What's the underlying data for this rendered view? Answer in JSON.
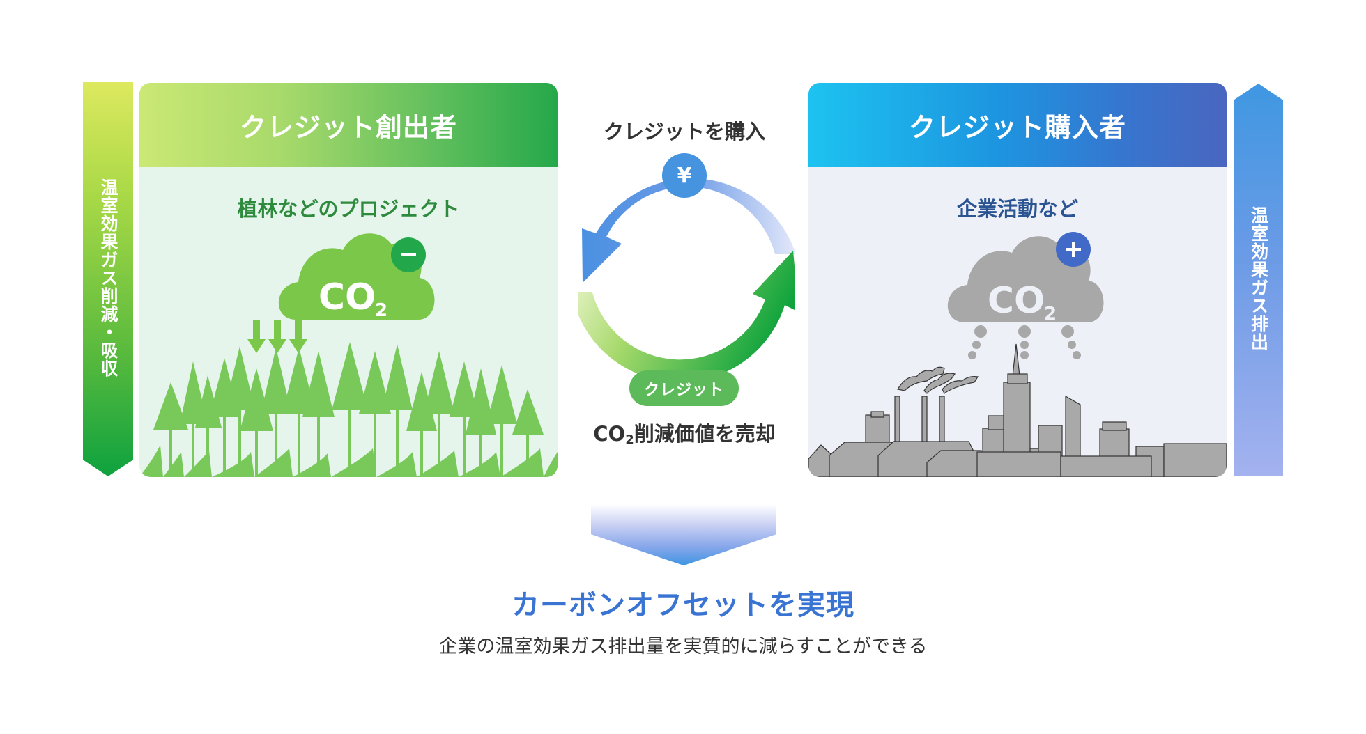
{
  "left_bar": {
    "label": "温室効果ガス削減・吸収",
    "direction": "down"
  },
  "right_bar": {
    "label": "温室効果ガス排出",
    "direction": "up"
  },
  "creator_panel": {
    "title": "クレジット創出者",
    "subtitle": "植林などのプロジェクト",
    "cloud": {
      "text": "CO",
      "subscript": "2",
      "badge": "−",
      "color": "#7bc74a",
      "badge_color": "#22a84a"
    },
    "illustration": "forest-icon"
  },
  "buyer_panel": {
    "title": "クレジット購入者",
    "subtitle": "企業活動など",
    "cloud": {
      "text": "CO",
      "subscript": "2",
      "badge": "+",
      "color": "#a8a8a8",
      "badge_color": "#4169c8"
    },
    "illustration": "city-factory-icon"
  },
  "cycle": {
    "top_label": "クレジットを購入",
    "yen_symbol": "¥",
    "credit_pill": "クレジット",
    "bottom_label_prefix": "CO",
    "bottom_label_sub": "2",
    "bottom_label_suffix": "削減価値を売却"
  },
  "result": {
    "title": "カーボンオフセットを実現",
    "description": "企業の温室効果ガス排出量を実質的に減らすことができる"
  },
  "colors": {
    "green_dark": "#25a84a",
    "green_light": "#cbe874",
    "blue_light": "#1dc3f0",
    "blue_dark": "#4a66bf",
    "result_blue": "#3a74d3"
  }
}
